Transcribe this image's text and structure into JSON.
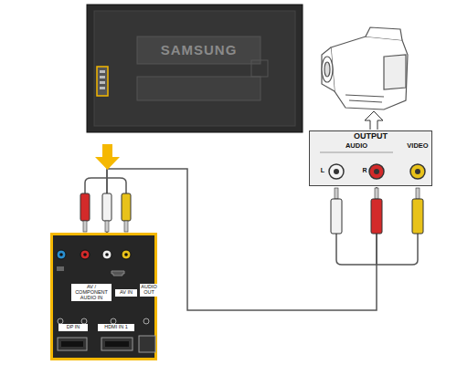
{
  "diagram": {
    "nodes": [
      {
        "text": [
          "OUTPUT",
          "AUDIO",
          "VIDEO",
          "L",
          "R"
        ]
      },
      {
        "text": [
          "AV / COMPONENT AUDIO IN",
          "AV IN",
          "AUDIO OUT",
          "DP IN",
          "HDMI IN 1"
        ]
      }
    ],
    "edges": [
      {
        "from": 0,
        "to": 1,
        "arrow": "none"
      }
    ],
    "labels": [
      "SAMSUNG"
    ]
  }
}
